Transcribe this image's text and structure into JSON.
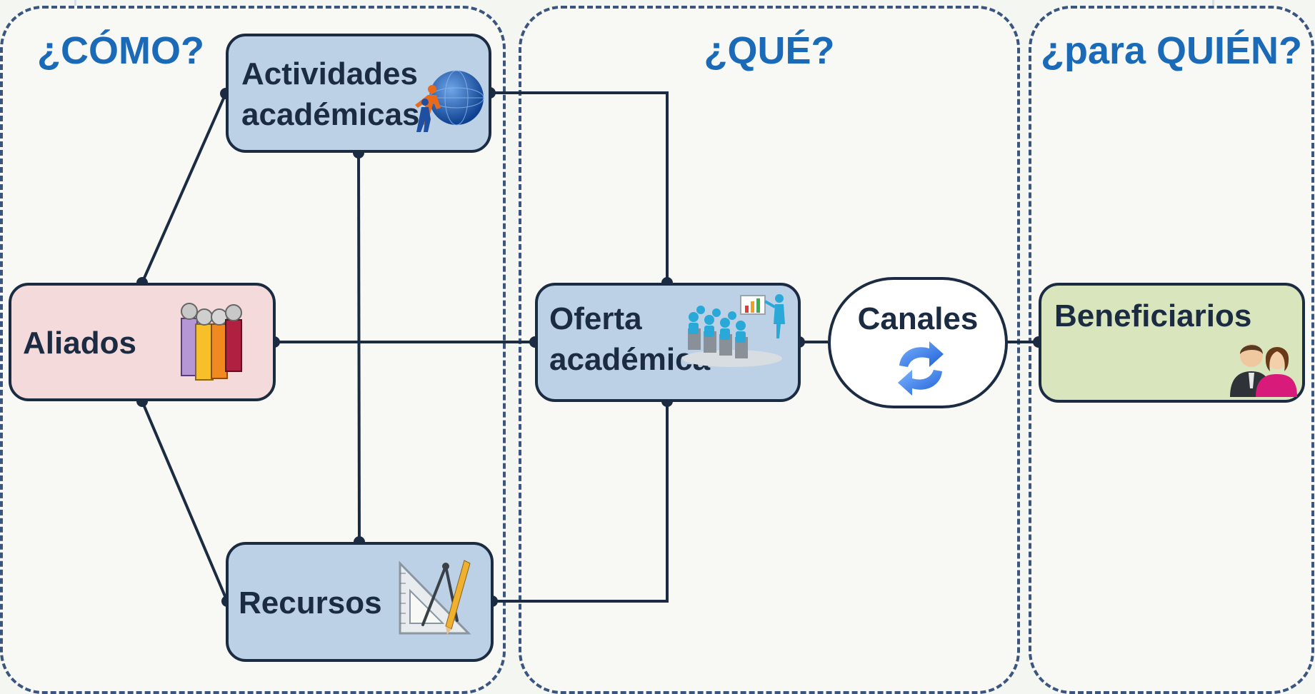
{
  "regions": {
    "como": "¿CÓMO?",
    "que": "¿QUÉ?",
    "quien": "¿para QUIÉN?"
  },
  "nodes": {
    "aliados": "Aliados",
    "actividades": "Actividades\nacadémicas",
    "recursos": "Recursos",
    "oferta": "Oferta\nacadémica",
    "canales": "Canales",
    "beneficiarios": "Beneficiarios"
  },
  "colors": {
    "title_blue": "#1a6ab7",
    "node_blue": "#bcd0e6",
    "node_pink": "#f4dada",
    "node_green": "#d9e5bd",
    "stroke": "#1b2b42",
    "region_border": "#3a5580"
  },
  "icons": {
    "actividades": "globe-people-icon",
    "aliados": "people-group-icon",
    "oferta": "classroom-presentation-icon",
    "canales": "refresh-arrows-icon",
    "recursos": "drafting-tools-icon",
    "beneficiarios": "man-woman-icon"
  }
}
